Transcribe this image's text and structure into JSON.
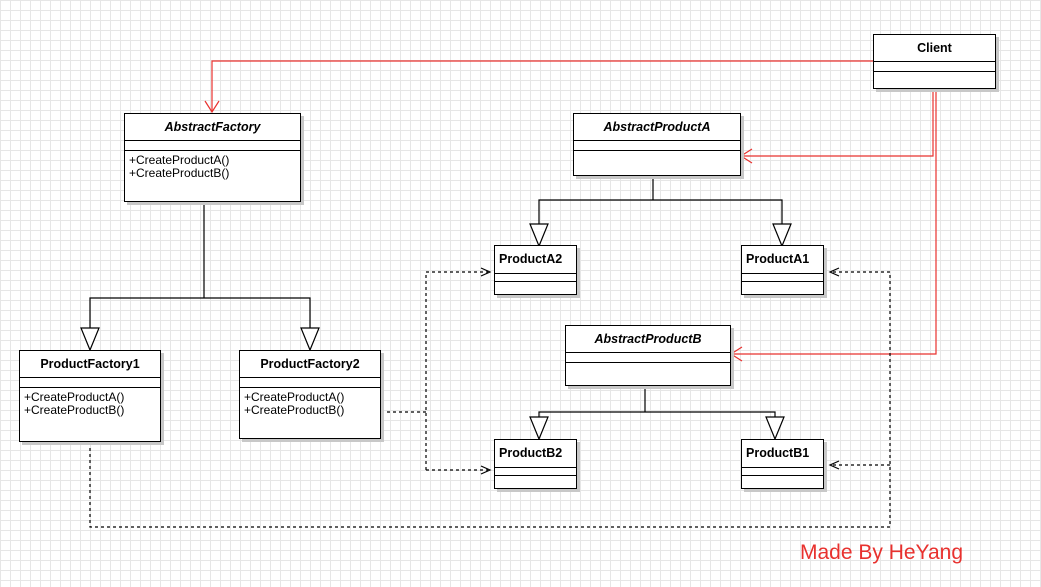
{
  "client": {
    "name": "Client"
  },
  "abstract_factory": {
    "name": "AbstractFactory",
    "ops": [
      "+CreateProductA()",
      "+CreateProductB()"
    ]
  },
  "product_factory_1": {
    "name": "ProductFactory1",
    "ops": [
      "+CreateProductA()",
      "+CreateProductB()"
    ]
  },
  "product_factory_2": {
    "name": "ProductFactory2",
    "ops": [
      "+CreateProductA()",
      "+CreateProductB()"
    ]
  },
  "abstract_product_a": {
    "name": "AbstractProductA"
  },
  "abstract_product_b": {
    "name": "AbstractProductB"
  },
  "product_a1": {
    "name": "ProductA1"
  },
  "product_a2": {
    "name": "ProductA2"
  },
  "product_b1": {
    "name": "ProductB1"
  },
  "product_b2": {
    "name": "ProductB2"
  },
  "watermark": "Made By HeYang",
  "colors": {
    "association": "#e8312e",
    "generalization": "#000000",
    "dependency": "#000000",
    "grid": "#e6e6e6"
  }
}
